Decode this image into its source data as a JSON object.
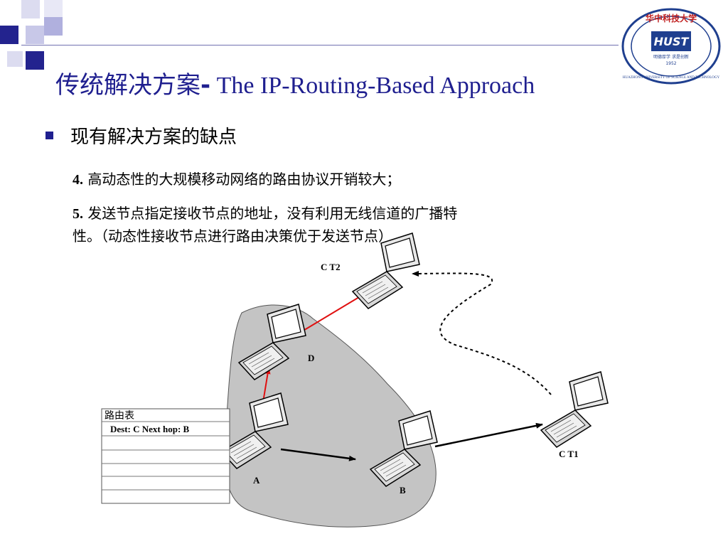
{
  "slide": {
    "title_zh": "传统解决方案",
    "title_sep": "-",
    "title_en": " The IP-Routing-Based Approach",
    "bullet": "现有解决方案的缺点",
    "points": [
      {
        "num": "4.",
        "text": " 高动态性的大规模移动网络的路由协议开销较大；"
      },
      {
        "num": "5.",
        "text": " 发送节点指定接收节点的地址，没有利用无线信道的广播特"
      },
      {
        "num": "",
        "text": "性。（动态性接收节点进行路由决策优于发送节点）"
      }
    ]
  },
  "logo": {
    "top_text": "华中科技大学",
    "ring_text": "HUAZHONG UNIVERSITY OF SCIENCE AND TECHNOLOGY",
    "center_text": "HUST",
    "motto": "明德厚学 求是创新",
    "year": "1952"
  },
  "diagram": {
    "nodes": {
      "A": "A",
      "B": "B",
      "D": "D",
      "CT1": "C T1",
      "CT2": "C T2"
    },
    "routing_table": {
      "title": "路由表",
      "entry": "Dest: C  Next hop: B"
    }
  },
  "colors": {
    "title": "#1f1f8f",
    "red_arrow": "#e01010",
    "cloud": "#c4c4c4",
    "deco_dark": "#23238e",
    "deco_light": "#c8c8e8"
  }
}
